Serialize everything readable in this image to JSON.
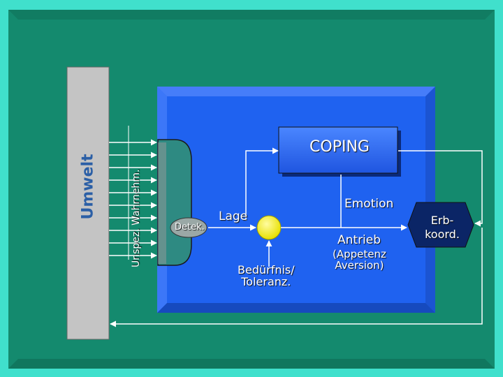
{
  "labels": {
    "umwelt": "Umwelt",
    "unspez": "Unspez. Wahrnehm.",
    "coping": "COPING",
    "detek": "Detek.",
    "lage": "Lage",
    "emotion": "Emotion",
    "antrieb": "Antrieb",
    "appetenz_line1": "(Appetenz",
    "appetenz_line2": "Aversion)",
    "bedurf_line1": "Bedürfnis/",
    "bedurf_line2": "Toleranz.",
    "erb_line1": "Erb-",
    "erb_line2": "koord."
  },
  "colors": {
    "frame": "#40e0cc",
    "background": "#138a6e",
    "core_box": "#1f62f0",
    "env_strip": "#c2c2c2",
    "receptor": "#2e8a82",
    "yellow_node": "#f7f200",
    "coping_box": "#2f6fff",
    "output_box": "#0b2566",
    "arrow": "#ffffff"
  }
}
